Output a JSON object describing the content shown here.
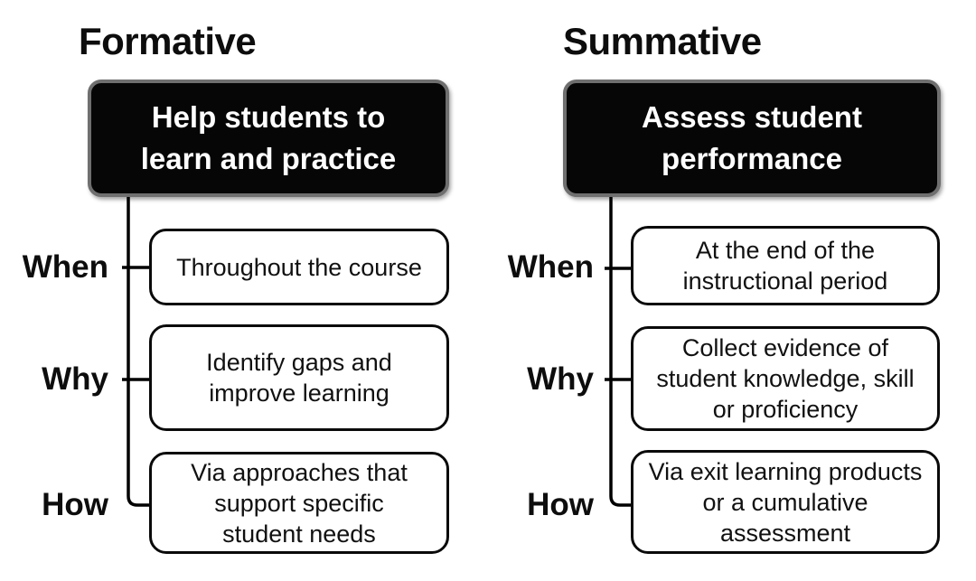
{
  "diagram": {
    "type": "comparison-tree",
    "colors": {
      "background": "#ffffff",
      "main_box_fill": "#060606",
      "main_box_border": "#6f6f6f",
      "main_box_text": "#ffffff",
      "item_box_border": "#0a0a0a",
      "line": "#000000",
      "text": "#0d0d0d"
    },
    "columns": {
      "left": {
        "heading": "Formative",
        "main_box": {
          "lines": [
            "Help students to",
            "learn and practice"
          ]
        },
        "rows": [
          {
            "label": "When",
            "lines": [
              "Throughout the course"
            ]
          },
          {
            "label": "Why",
            "lines": [
              "Identify gaps and",
              "improve learning"
            ]
          },
          {
            "label": "How",
            "lines": [
              "Via approaches that",
              "support specific",
              "student needs"
            ]
          }
        ]
      },
      "right": {
        "heading": "Summative",
        "main_box": {
          "lines": [
            "Assess student",
            "performance"
          ]
        },
        "rows": [
          {
            "label": "When",
            "lines": [
              "At the end of the",
              "instructional period"
            ]
          },
          {
            "label": "Why",
            "lines": [
              "Collect evidence of",
              "student knowledge, skill",
              "or proficiency"
            ]
          },
          {
            "label": "How",
            "lines": [
              "Via exit learning products",
              "or a cumulative",
              "assessment"
            ]
          }
        ]
      }
    }
  }
}
